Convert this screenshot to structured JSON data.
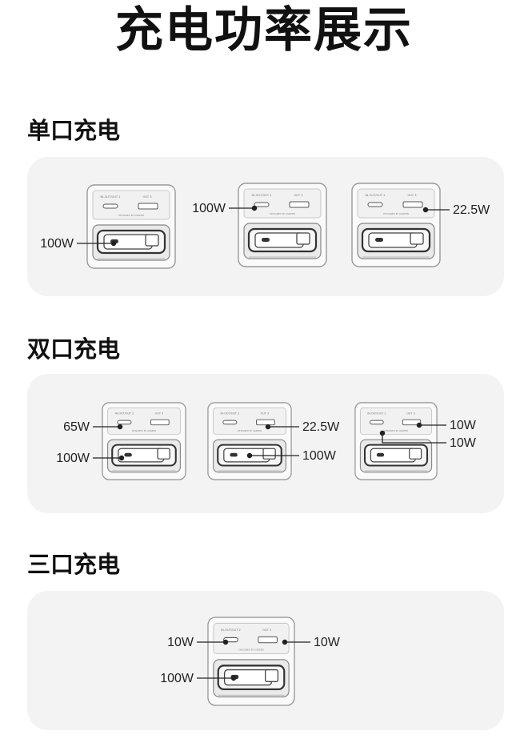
{
  "page": {
    "title": "充电功率展示"
  },
  "sections": [
    {
      "title": "单口充电"
    },
    {
      "title": "双口充电"
    },
    {
      "title": "三口充电"
    }
  ],
  "device": {
    "port_c_label": "IN-OUT/OUT 2",
    "port_a_label": "OUT 3",
    "brand_text": "DESIGNED BY UGREEN"
  },
  "labels": {
    "single_1_cable": "100W",
    "single_2_c": "100W",
    "single_3_a": "22.5W",
    "dual_1_c": "65W",
    "dual_1_cable": "100W",
    "dual_2_a": "22.5W",
    "dual_2_cable": "100W",
    "dual_3_a": "10W",
    "dual_3_c": "10W",
    "triple_c": "10W",
    "triple_a": "10W",
    "triple_cable": "100W"
  }
}
